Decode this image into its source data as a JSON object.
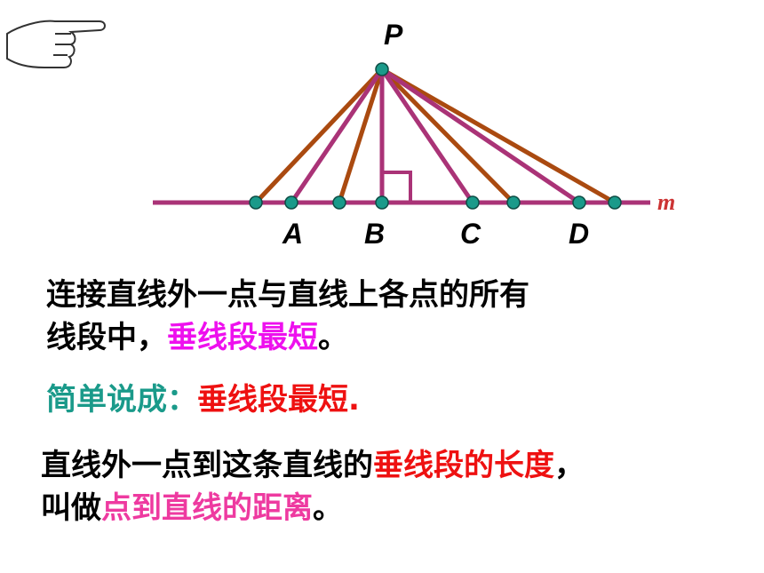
{
  "diagram": {
    "point_label": "P",
    "line_label": "m",
    "foot_labels": [
      "A",
      "B",
      "C",
      "D"
    ],
    "colors": {
      "line": "#aa3377",
      "segment": "#aa4a10",
      "point": "#1a9a8a",
      "m_label": "#cc3333"
    }
  },
  "hand_icon": "pointing-hand-icon",
  "text1": {
    "line1": "连接直线外一点与直线上各点的所有",
    "line2_prefix": "线段中，",
    "line2_highlight": "垂线段最短",
    "line2_suffix": "。"
  },
  "text2": {
    "prefix": "简单说成：",
    "highlight": "垂线段最短."
  },
  "text3": {
    "line1_prefix": "直线外一点到这条直线的",
    "line1_highlight": "垂线段的长度",
    "line1_suffix": "，",
    "line2_prefix": "叫做",
    "line2_highlight": "点到直线的距离",
    "line2_suffix": "。"
  }
}
